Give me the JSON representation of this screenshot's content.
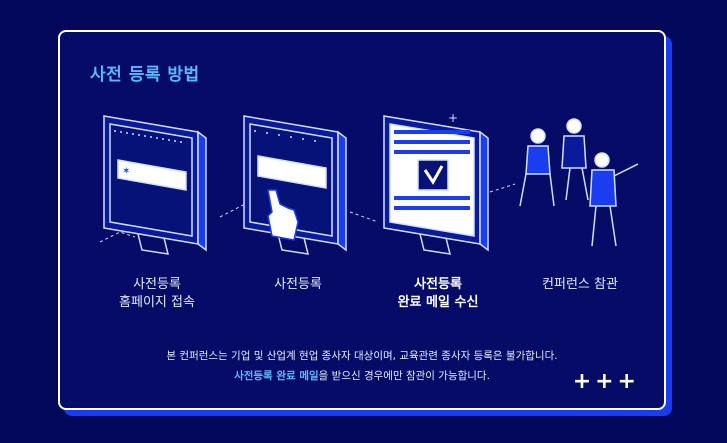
{
  "title": "사전 등록 방법",
  "steps": [
    {
      "line1": "사전등록",
      "line2": "홈페이지 접속"
    },
    {
      "line1": "사전등록",
      "line2": ""
    },
    {
      "line1": "사전등록",
      "line2": "완료 메일 수신"
    },
    {
      "line1": "컨퍼런스 참관",
      "line2": ""
    }
  ],
  "notes": {
    "line1": "본 컨퍼런스는 기업 및 산업계 현업 종사자 대상이며, 교육관련 종사자 등록은 불가합니다.",
    "line2_highlight": "사전등록 완료 메일",
    "line2_rest": "을 받으신 경우에만 참관이 가능합니다."
  },
  "decor": {
    "plus_signs": "+++"
  },
  "colors": {
    "background": "#04085a",
    "accent": "#58b7ff",
    "frame": "#ffffff",
    "shadow": "#1a3df0"
  },
  "icons": [
    "monitor-icon",
    "cursor-hand-icon",
    "checkmark-icon",
    "people-icon"
  ]
}
